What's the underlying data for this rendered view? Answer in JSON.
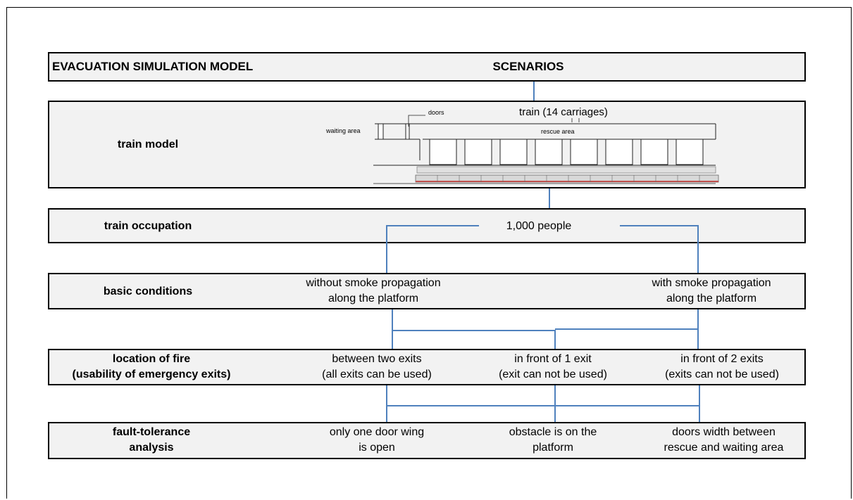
{
  "header": {
    "model_title": "EVACUATION SIMULATION MODEL",
    "scenarios_title": "SCENARIOS"
  },
  "train_model": {
    "row_label": "train model",
    "train_label": "train (14 carriages)",
    "doors_label": "doors",
    "waiting_area_label": "waiting area",
    "rescue_area_label": "rescue area"
  },
  "train_occupation": {
    "row_label": "train occupation",
    "value": "1,000 people"
  },
  "basic_conditions": {
    "row_label": "basic conditions",
    "options": [
      {
        "line1": "without smoke propagation",
        "line2": "along the platform"
      },
      {
        "line1": "with smoke propagation",
        "line2": "along the platform"
      }
    ]
  },
  "location_of_fire": {
    "row_label_line1": "location of fire",
    "row_label_line2": "(usability of emergency exits)",
    "options": [
      {
        "line1": "between two exits",
        "line2": "(all exits can be used)"
      },
      {
        "line1": "in front of 1 exit",
        "line2": "(exit can not be used)"
      },
      {
        "line1": "in front of 2 exits",
        "line2": "(exits can not be used)"
      }
    ]
  },
  "fault_tolerance": {
    "row_label_line1": "fault-tolerance",
    "row_label_line2": "analysis",
    "options": [
      {
        "line1": "only one door wing",
        "line2": "is open"
      },
      {
        "line1": "obstacle is on the",
        "line2": "platform"
      },
      {
        "line1": "doors width between",
        "line2": "rescue and waiting area"
      }
    ]
  },
  "colors": {
    "connector": "#4f81bd",
    "band_fill": "#f2f2f2",
    "train_accent": "#c0504d"
  }
}
